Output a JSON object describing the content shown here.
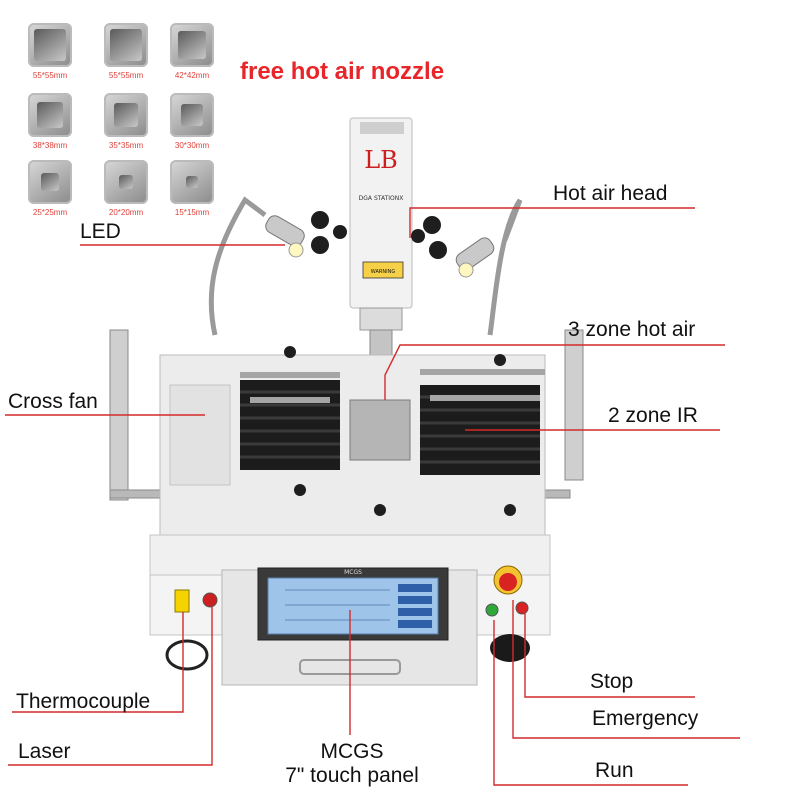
{
  "promo": {
    "text": "free hot air nozzle"
  },
  "nozzles": [
    {
      "size": "55*55mm"
    },
    {
      "size": "55*55mm"
    },
    {
      "size": "42*42mm"
    },
    {
      "size": "38*38mm"
    },
    {
      "size": "35*35mm"
    },
    {
      "size": "30*30mm"
    },
    {
      "size": "25*25mm"
    },
    {
      "size": "20*20mm"
    },
    {
      "size": "15*15mm"
    }
  ],
  "labels": {
    "led": "LED",
    "hot_air_head": "Hot air head",
    "hot_air_3zone": "3 zone hot air",
    "cross_fan": "Cross fan",
    "ir_2zone": "2 zone IR",
    "stop": "Stop",
    "emergency": "Emergency",
    "run": "Run",
    "thermocouple": "Thermocouple",
    "laser": "Laser",
    "panel_line1": "MCGS",
    "panel_line2": "7\" touch panel"
  },
  "device_text": {
    "head_model": "DGA STATIONX",
    "warning": "WARNING",
    "panel_brand": "MCGS"
  },
  "colors": {
    "pointer_line": "#d42a2a",
    "promo": "#e8262a",
    "device_body": "#ececec",
    "heater_bars": "#1c1c1c",
    "frame_metal": "#b9b9b9"
  }
}
